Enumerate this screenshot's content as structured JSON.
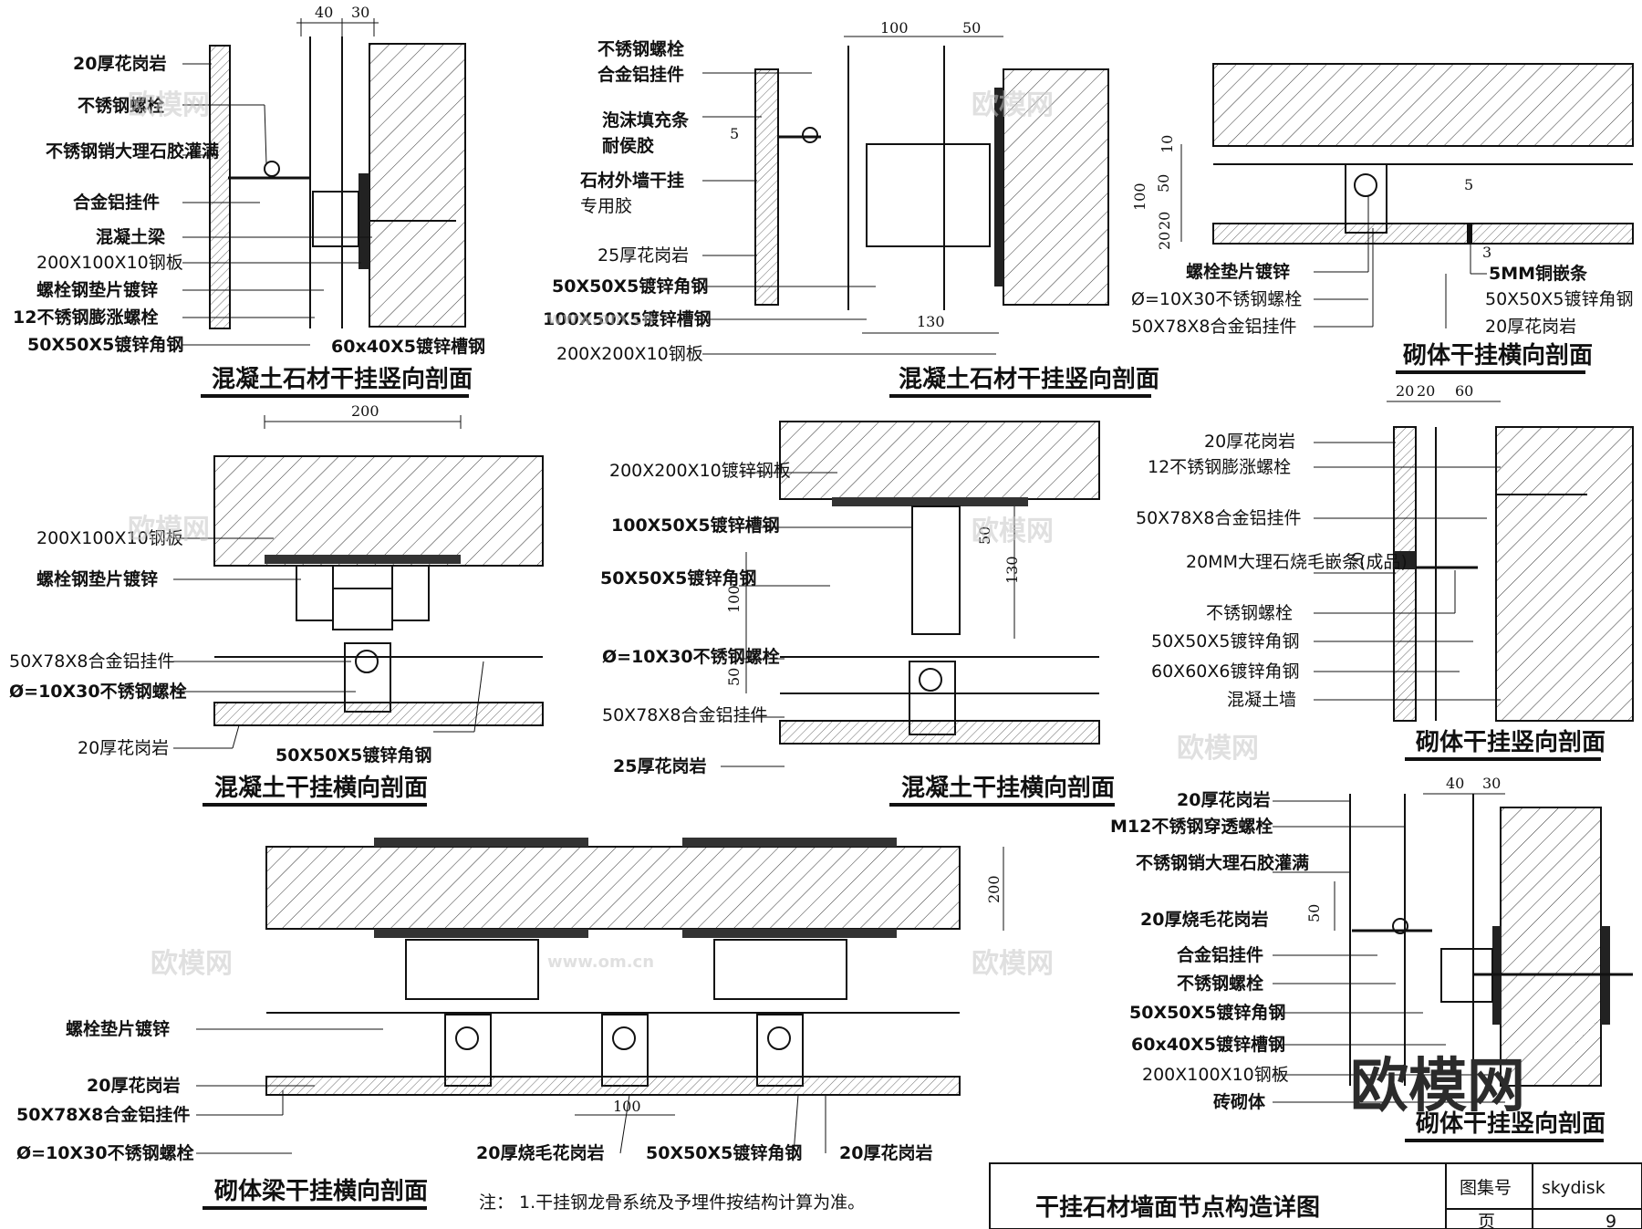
{
  "sheet_title": "干挂石材墙面节点构造详图",
  "title_block": {
    "label_set_no": "图集号",
    "value_set_no": "skydisk",
    "label_page": "页",
    "value_page": "9"
  },
  "note": "注：  1.干挂钢龙骨系统及予埋件按结构计算为准。",
  "watermark": "欧模网",
  "watermark_url": "www.om.cn",
  "details": {
    "d1": {
      "title": "混凝土石材干挂竖向剖面",
      "labels": [
        "20厚花岗岩",
        "不锈钢螺栓",
        "不锈钢销大理石胶灌满",
        "合金铝挂件",
        "混凝土梁",
        "200X100X10钢板",
        "螺栓钢垫片镀锌",
        "12不锈钢膨涨螺栓",
        "50X50X5镀锌角钢",
        "60x40X5镀锌槽钢"
      ],
      "dims": [
        "40",
        "30"
      ]
    },
    "d2": {
      "title": "混凝土石材干挂竖向剖面",
      "labels": [
        "不锈钢螺栓",
        "合金铝挂件",
        "泡沫填充条",
        "耐侯胶",
        "石材外墙干挂",
        "专用胶",
        "25厚花岗岩",
        "50X50X5镀锌角钢",
        "100X50X5镀锌槽钢",
        "200X200X10钢板"
      ],
      "dims": [
        "100",
        "50",
        "5",
        "130"
      ]
    },
    "d3": {
      "title": "砌体干挂横向剖面",
      "labels": [
        "螺栓垫片镀锌",
        "Ø=10X30不锈钢螺栓",
        "50X78X8合金铝挂件",
        "5MM铜嵌条",
        "50X50X5镀锌角钢",
        "20厚花岗岩"
      ],
      "dims": [
        "10",
        "50",
        "100",
        "20",
        "20",
        "5",
        "3"
      ]
    },
    "d4": {
      "title": "混凝土干挂横向剖面",
      "labels": [
        "200X100X10钢板",
        "螺栓钢垫片镀锌",
        "50X78X8合金铝挂件",
        "Ø=10X30不锈钢螺栓",
        "20厚花岗岩",
        "50X50X5镀锌角钢"
      ],
      "dims": [
        "200"
      ]
    },
    "d5": {
      "title": "混凝土干挂横向剖面",
      "labels": [
        "200X200X10镀锌钢板",
        "100X50X5镀锌槽钢",
        "50X50X5镀锌角钢",
        "Ø=10X30不锈钢螺栓",
        "50X78X8合金铝挂件",
        "25厚花岗岩"
      ],
      "dims": [
        "50",
        "130",
        "100",
        "50"
      ]
    },
    "d6": {
      "title": "砌体干挂竖向剖面",
      "labels": [
        "20厚花岗岩",
        "12不锈钢膨涨螺栓",
        "50X78X8合金铝挂件",
        "20MM大理石烧毛嵌条(成品)",
        "不锈钢螺栓",
        "50X50X5镀锌角钢",
        "60X60X6镀锌角钢",
        "混凝土墙"
      ],
      "dims": [
        "20",
        "20",
        "60",
        "20"
      ]
    },
    "d7": {
      "title": "砌体梁干挂横向剖面",
      "labels": [
        "螺栓垫片镀锌",
        "20厚花岗岩",
        "50X78X8合金铝挂件",
        "Ø=10X30不锈钢螺栓",
        "20厚烧毛花岗岩",
        "50X50X5镀锌角钢",
        "20厚花岗岩"
      ],
      "dims": [
        "200",
        "100"
      ]
    },
    "d8": {
      "title": "砌体干挂竖向剖面",
      "labels": [
        "20厚花岗岩",
        "M12不锈钢穿透螺栓",
        "不锈钢销大理石胶灌满",
        "20厚烧毛花岗岩",
        "合金铝挂件",
        "不锈钢螺栓",
        "50X50X5镀锌角钢",
        "60x40X5镀锌槽钢",
        "200X100X10钢板",
        "砖砌体"
      ],
      "dims": [
        "40",
        "30",
        "50"
      ]
    }
  }
}
